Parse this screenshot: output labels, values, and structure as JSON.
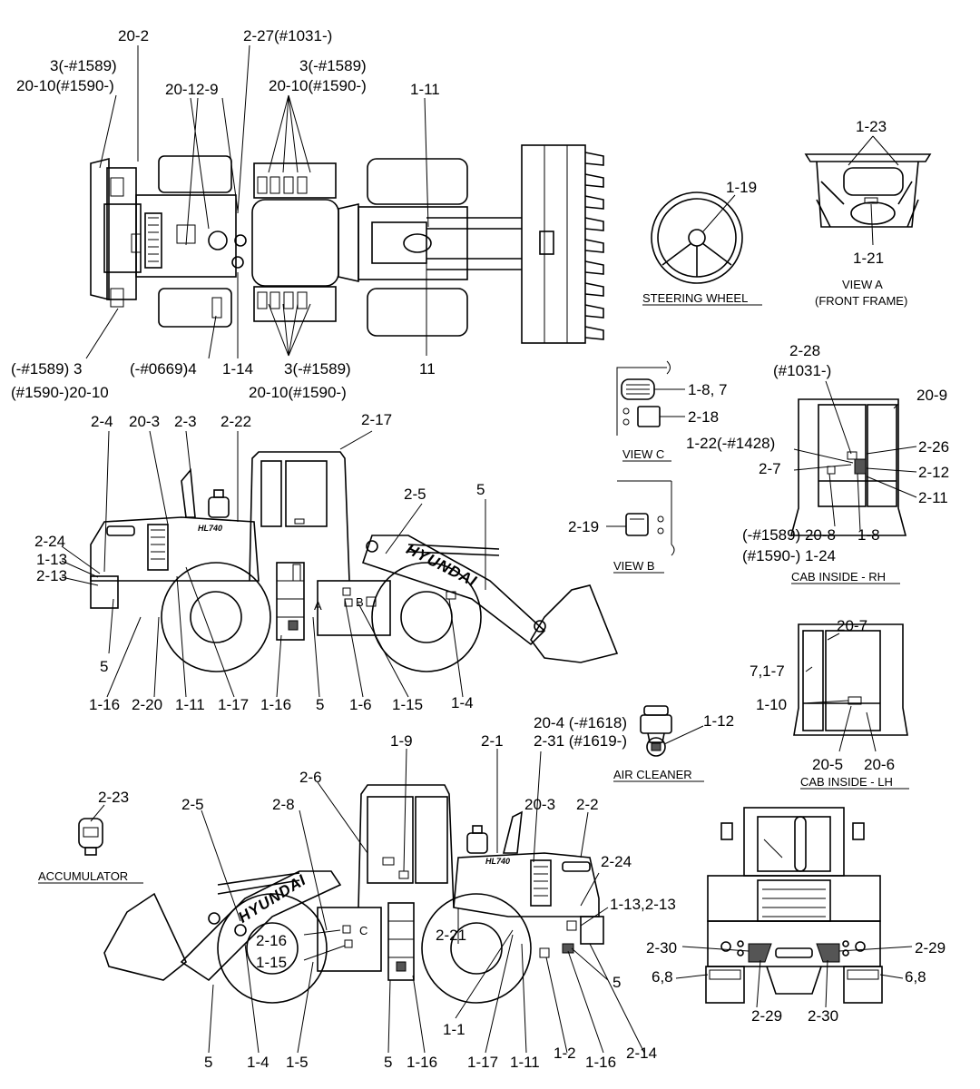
{
  "top_view": {
    "labels": [
      "20-2",
      "2-27(#1031-)",
      "3(-#1589)",
      "20-10(#1590-)",
      "20-12-9",
      "3(-#1589)",
      "20-10(#1590-)",
      "1-11",
      "(-#1589) 3",
      "(#1590-)20-10",
      "(-#0669)4",
      "1-14",
      "3(-#1589)",
      "20-10(#1590-)",
      "11"
    ]
  },
  "steering_wheel": {
    "label": "1-19",
    "title": "STEERING WHEEL"
  },
  "view_a": {
    "labels": [
      "1-23",
      "1-21"
    ],
    "title_line1": "VIEW A",
    "title_line2": "(FRONT FRAME)"
  },
  "view_c": {
    "labels": [
      "1-8, 7",
      "2-18"
    ],
    "title": "VIEW C"
  },
  "view_b": {
    "labels": [
      "2-19"
    ],
    "title": "VIEW B"
  },
  "cab_rh": {
    "labels": [
      "2-28",
      "(#1031-)",
      "20-9",
      "1-22(-#1428)",
      "2-26",
      "2-7",
      "2-12",
      "2-11",
      "(-#1589) 20-8",
      "1-8",
      "(#1590-) 1-24"
    ],
    "title": "CAB INSIDE - RH"
  },
  "side_left": {
    "labels": [
      "2-4",
      "20-3",
      "2-3",
      "2-22",
      "2-17",
      "2-5",
      "5",
      "2-24",
      "1-13",
      "2-13",
      "5",
      "1-16",
      "2-20",
      "1-11",
      "1-17",
      "1-16",
      "5",
      "1-6",
      "1-15",
      "1-4"
    ],
    "hyundai": "HYUNDAI"
  },
  "cab_lh": {
    "labels": [
      "20-7",
      "7,1-7",
      "1-10",
      "20-5",
      "20-6"
    ],
    "title": "CAB INSIDE - LH"
  },
  "air_cleaner": {
    "labels": [
      "20-4 (-#1618)",
      "2-31 (#1619-)",
      "1-12"
    ],
    "title": "AIR CLEANER"
  },
  "accumulator": {
    "label": "2-23",
    "title": "ACCUMULATOR"
  },
  "side_right": {
    "labels": [
      "1-9",
      "2-1",
      "2-6",
      "20-3",
      "2-2",
      "2-5",
      "2-8",
      "2-24",
      "1-13,2-13",
      "2-16",
      "1-15",
      "2-21",
      "5",
      "5",
      "1-4",
      "1-5",
      "5",
      "1-16",
      "1-1",
      "1-17",
      "1-11",
      "1-2",
      "1-16",
      "2-14"
    ],
    "hyundai": "HYUNDAI"
  },
  "rear_view": {
    "labels": [
      "2-30",
      "2-29",
      "6,8",
      "6,8",
      "2-29",
      "2-30"
    ]
  }
}
